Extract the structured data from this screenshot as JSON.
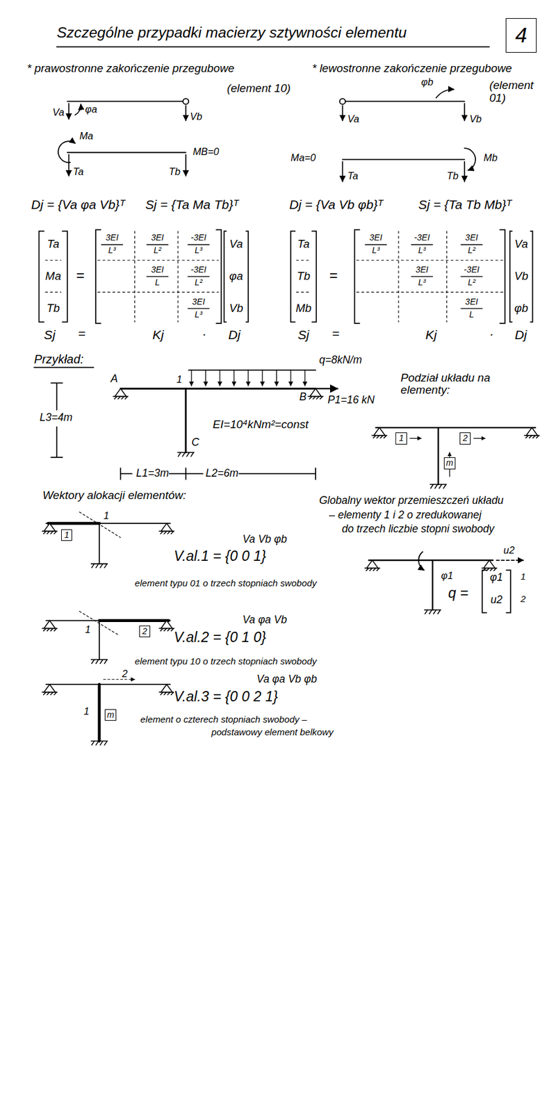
{
  "diagram": {
    "title": "Szczególne przypadki macierzy sztywności elementu",
    "nodes": [
      {
        "text": [
          "4"
        ]
      },
      {
        "text": [
          "1"
        ]
      },
      {
        "text": [
          "2"
        ]
      },
      {
        "text": [
          "m"
        ]
      },
      {
        "text": [
          "1"
        ]
      },
      {
        "text": [
          "2"
        ]
      },
      {
        "text": [
          "m"
        ]
      }
    ],
    "labels": [
      "* prawostronne zakończenie przegubowe",
      "(element 10)",
      "* lewostronne zakończenie przegubowe",
      "(element 01)",
      "Va",
      "φa",
      "Vb",
      "φb",
      "Va",
      "Vb",
      "Ma",
      "MB=0",
      "Ta",
      "Tb",
      "Ma=0",
      "Ta",
      "Tb",
      "Mb",
      "Dj = {Va φa Vb}ᵀ",
      "Sj = {Ta Ma Tb}ᵀ",
      "Dj = {Va Vb φb}ᵀ",
      "Sj = {Ta Tb Mb}ᵀ",
      "Ta",
      "Ma",
      "Tb",
      "=",
      "3EI",
      "L³",
      "3EI",
      "L²",
      "-3EI",
      "L³",
      "3EI",
      "L",
      "-3EI",
      "L²",
      "3EI",
      "L³",
      "Va",
      "φa",
      "Vb",
      "Sj",
      "=",
      "Kj",
      "·",
      "Dj",
      "Ta",
      "Tb",
      "Mb",
      "=",
      "3EI",
      "L³",
      "-3EI",
      "L³",
      "3EI",
      "L²",
      "3EI",
      "L³",
      "-3EI",
      "L²",
      "3EI",
      "L",
      "Va",
      "Vb",
      "φb",
      "Sj",
      "=",
      "Kj",
      "·",
      "Dj",
      "Przykład:",
      "A",
      "1",
      "q=8kN/m",
      "B",
      "P1=16 kN",
      "L3=4m",
      "EI=10⁴kNm²=const",
      "C",
      "L1=3m",
      "L2=6m",
      "Podział układu na elementy:",
      "Wektory alokacji elementów:",
      "Globalny wektor przemieszczeń układu",
      "– elementy 1 i 2 o zredukowanej",
      "do trzech liczbie stopni swobody",
      "u2",
      "φ1",
      "q =",
      "φ1",
      "u2",
      "1",
      "2",
      "1",
      "Va Vb φb",
      "V.al.1 = {0 0 1}",
      "element typu 01 o trzech stopniach swobody",
      "1",
      "Va φa Vb",
      "V.al.2 = {0 1 0}",
      "element typu 10 o trzech stopniach swobody",
      "2",
      "1",
      "Va φa Vb φb",
      "V.al.3 = {0 0 2 1}",
      "element o czterech stopniach swobody –",
      "podstawowy element belkowy"
    ]
  }
}
